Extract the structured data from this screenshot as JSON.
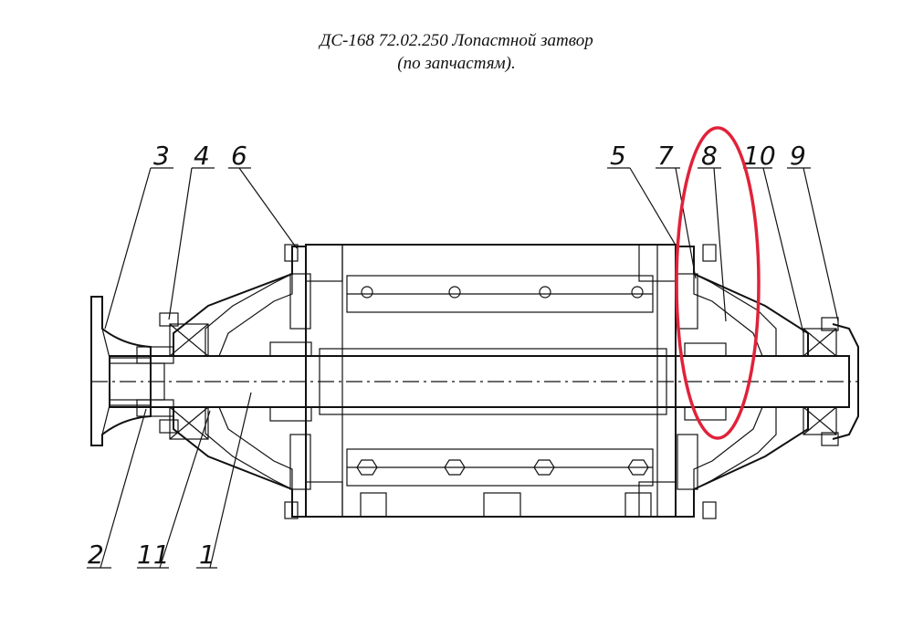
{
  "title": {
    "line1": "ДС-168 72.02.250 Лопастной затвор",
    "line2": "(по запчастям)."
  },
  "callouts": [
    "3",
    "4",
    "6",
    "5",
    "7",
    "8",
    "10",
    "9",
    "2",
    "11",
    "1"
  ],
  "highlight": {
    "target": "8",
    "color": "#e0223a"
  }
}
